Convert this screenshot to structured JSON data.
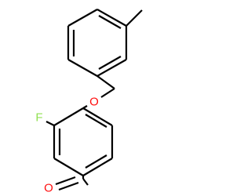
{
  "molecule": {
    "atoms": {
      "fluorine": {
        "symbol": "F",
        "color": "#90e050"
      },
      "ether_oxygen": {
        "symbol": "O",
        "color": "#ff0d0d"
      },
      "carbonyl_oxygen": {
        "symbol": "O",
        "color": "#ff0d0d"
      }
    },
    "bond_color": "#000000"
  }
}
